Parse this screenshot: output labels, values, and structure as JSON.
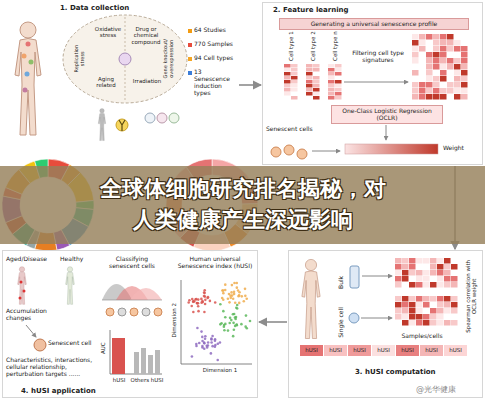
{
  "diagram": {
    "title": "全球体细胞研究排名揭秘，对人类健康产生深远影响",
    "nodes": [
      {
        "text": [
          "1. Data collection"
        ]
      },
      {
        "text": [
          "Oxidative stress",
          "Drug or chemical compound",
          "Replication stress",
          "Gene knockout/ overexpression",
          "Aging related",
          "Irradiation"
        ],
        "in": 0
      },
      {
        "text": [
          "2. Feature learning"
        ]
      },
      {
        "text": [
          "Generating a universal senescence profile"
        ],
        "in": 2
      },
      {
        "text": [
          "One-Class Logistic Regression (OCLR)"
        ],
        "in": 2
      },
      {
        "text": [
          "4. hUSI application"
        ]
      },
      {
        "text": [
          "3. hUSI computation"
        ]
      }
    ],
    "edges": [
      {
        "from": 0,
        "to": 2,
        "arrow": "to"
      },
      {
        "from": 2,
        "to": 6,
        "arrow": "to"
      },
      {
        "from": 6,
        "to": 5,
        "arrow": "to"
      }
    ],
    "labels": [
      "64 Studies",
      "770 Samples",
      "94 Cell types",
      "13 Senescence induction types",
      "Cell type 1",
      "Cell type 2",
      "Cell type n",
      "Filtering cell type signatures",
      "Senescent cells",
      "Weight",
      "Aged/Disease",
      "Healthy",
      "Accumulation changes",
      "Classifying senescent cells",
      "Human universal Senescence index (hUSI)",
      "Dimension 2",
      "AUC",
      "Senescent cell",
      "Characteristics, interactions, cellular relationship, perturbation targets ......",
      "hUSI",
      "Others hUSI",
      "Dimension 1",
      "Bulk",
      "Single cell",
      "Samples/cells",
      "Spearman correlation with OCLR weight",
      "hUSI",
      "hUSI",
      "hUSI",
      "hUSI",
      "hUSI",
      "hUSI",
      "hUSI",
      "@光华健康"
    ]
  }
}
